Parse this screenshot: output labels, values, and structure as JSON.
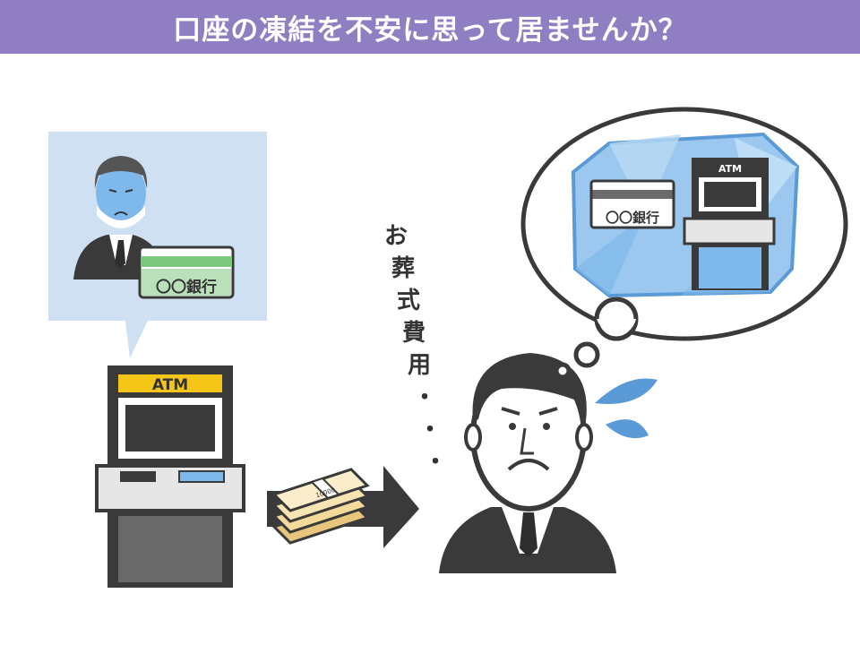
{
  "title": "口座の凍結を不安に思って居ませんか？",
  "atm_label": "ATM",
  "card_bank_label": "〇〇銀行",
  "frozen_atm_label": "ATM",
  "frozen_card_label": "〇〇銀行",
  "vertical_text": [
    "お",
    "葬",
    "式",
    "費",
    "用",
    "・",
    "・",
    "・"
  ],
  "money_band_label": "10000",
  "colors": {
    "title_bg": "#8f7fc2",
    "panel_bg": "#cfe0f3",
    "atm_yellow": "#f5c518",
    "card_green": "#7ec77e",
    "ice_blue": "#7fb8ea",
    "sweat_blue": "#5a9ad6",
    "arrow": "#3a3a3a"
  }
}
